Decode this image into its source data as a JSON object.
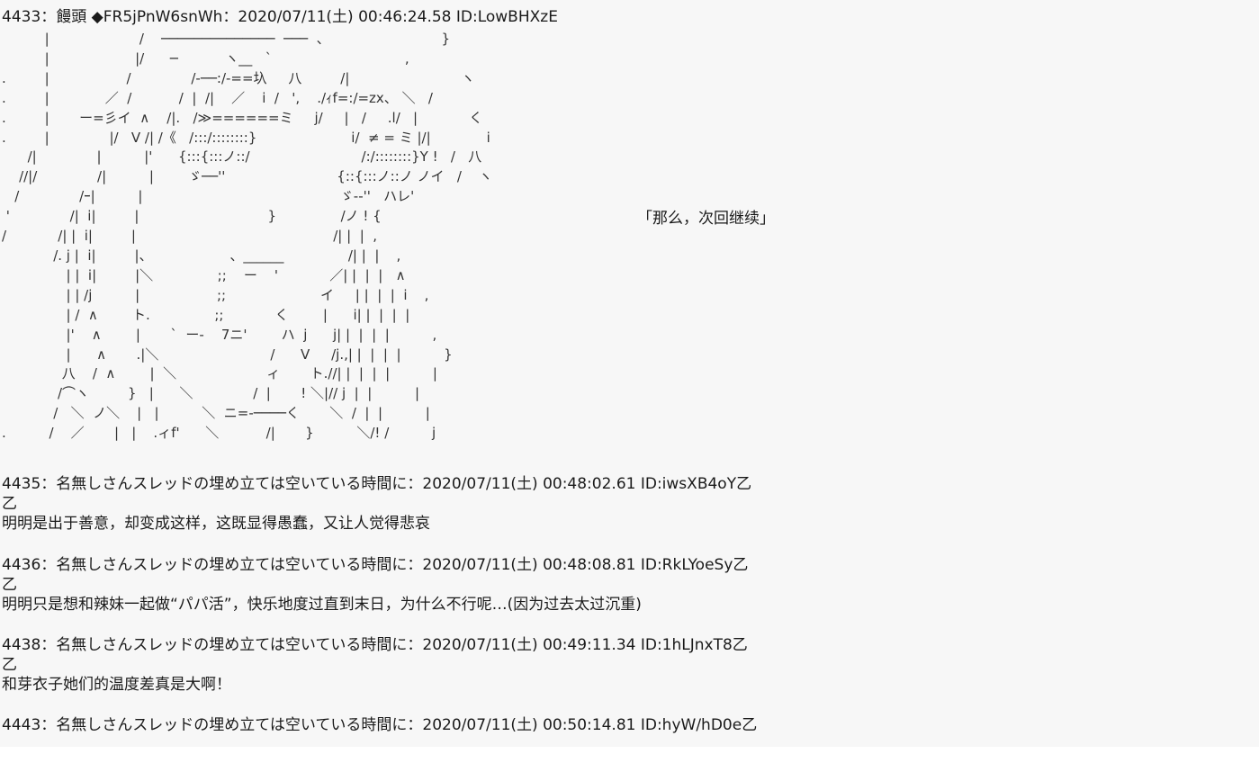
{
  "posts": [
    {
      "header": "4433：饅頭 ◆FR5jPnW6snWh：2020/07/11(土) 00:46:24.58 ID:LowBHXzE"
    },
    {
      "header": "4435：名無しさんスレッドの埋め立ては空いている時間に：2020/07/11(土) 00:48:02.61 ID:iwsXB4oY乙",
      "lines": [
        "乙",
        "明明是出于善意，却变成这样，这既显得愚蠢，又让人觉得悲哀"
      ]
    },
    {
      "header": "4436：名無しさんスレッドの埋め立ては空いている時間に：2020/07/11(土) 00:48:08.81 ID:RkLYoeSy乙",
      "lines": [
        "乙",
        "明明只是想和辣妹一起做“パパ活”，快乐地度过直到末日，为什么不行呢…(因为过去太过沉重)"
      ]
    },
    {
      "header": "4438：名無しさんスレッドの埋め立ては空いている時間に：2020/07/11(土) 00:49:11.34 ID:1hLJnxT8乙",
      "lines": [
        "乙",
        "和芽衣子她们的温度差真是大啊！"
      ]
    },
    {
      "header": "4443：名無しさんスレッドの埋め立ては空いている時間に：2020/07/11(土) 00:50:14.81 ID:hyW/hD0e乙"
    }
  ],
  "ascii_art": "          |                     /    ──────────────  ───  、                          }\n          |                    |/      ─           ヽ__   `                               ,\n.         |                  /              /-──:/-==圦     八         /|                          ヽ\n.         |             ／  /           /  |  /|    ／    i  /   ',    ./ｨf=:/=zx、 ＼   /\n.         |       ー=彡イ  ∧    /|.   /≫======ミ     j/     |   /     .l/   |            く\n.         |              |/   V /| /《   /:::/::::::::}                      i/  ≠ = ミ |/|             i\n      /|              |          |'      {:::{:::ノ::/                          /:/::::::::}Y !   /   八\n    //|/              /|          |        ゞ──''                          {::{:::ノ::ノ ノイ   /    ヽ\n   /              /ｰ|          |                                              ゞ--''   ハレ'\n '              /|  i|         |                              }               /ノ ! {\n/            /| |  i|         |                                              /| |  |  ,\n            /. j |  i|         |、                  、______               /| |  |    ,\n               | |  i|         |＼               ;;    ー    '            ／| |  |  |   ∧\n               | | /j          |                  ;;                      イ     | |  |  |  i    ,\n               | /  ∧        ト.               ;;            く        |      i| |  |  |  |\n               |'    ∧        |       `  ー-    7ニ'        ハ  j      j| |  |  |  |          ,\n               |      ∧       .|＼                          /      V     /j.,| |  |  |  |          }\n              八    /  ∧        |  ＼                     ィ       ト.//| |  |  |  |          |\n             /⌒ヽ         }   |      ＼              /  |       ! ＼|// j  |  |          |\n            /   ＼  ノ＼    |   |          ＼  ニ=-────く       ＼  /  |  |          |\n.          /    ／       |   |    .ィf'      ＼           /|       }          ＼/! /          j",
  "speech_bubble": "「那么，次回继续」"
}
